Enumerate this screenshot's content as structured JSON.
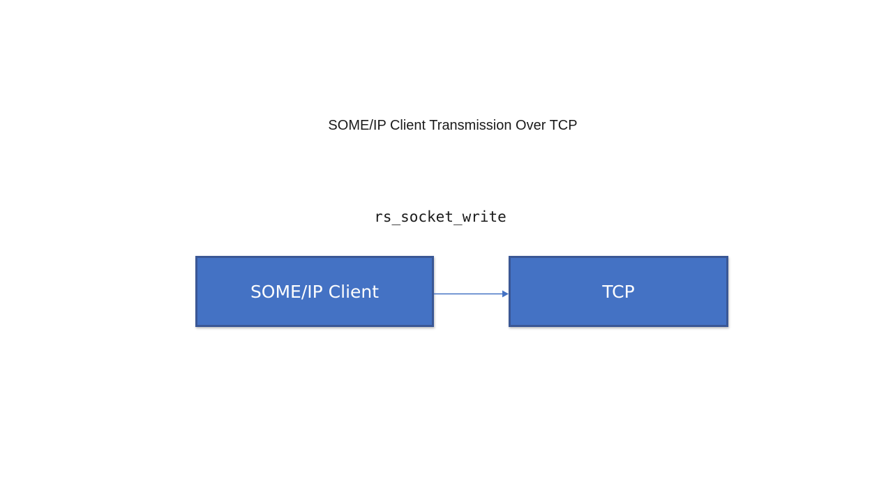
{
  "diagram": {
    "title": "SOME/IP Client Transmission Over TCP",
    "edge": {
      "label": "rs_socket_write",
      "from": "SOME/IP Client",
      "to": "TCP",
      "direction": "right"
    },
    "nodes": [
      {
        "id": "someip-client",
        "label": "SOME/IP Client"
      },
      {
        "id": "tcp",
        "label": "TCP"
      }
    ],
    "colors": {
      "background": "#FFFFFF",
      "node_fill": "#4472C4",
      "node_border": "#3A5795",
      "node_text": "#FDFDFD",
      "arrow": "#4472C4",
      "title_text": "#1A1A1A",
      "edge_label_text": "#1A1A1A"
    }
  }
}
